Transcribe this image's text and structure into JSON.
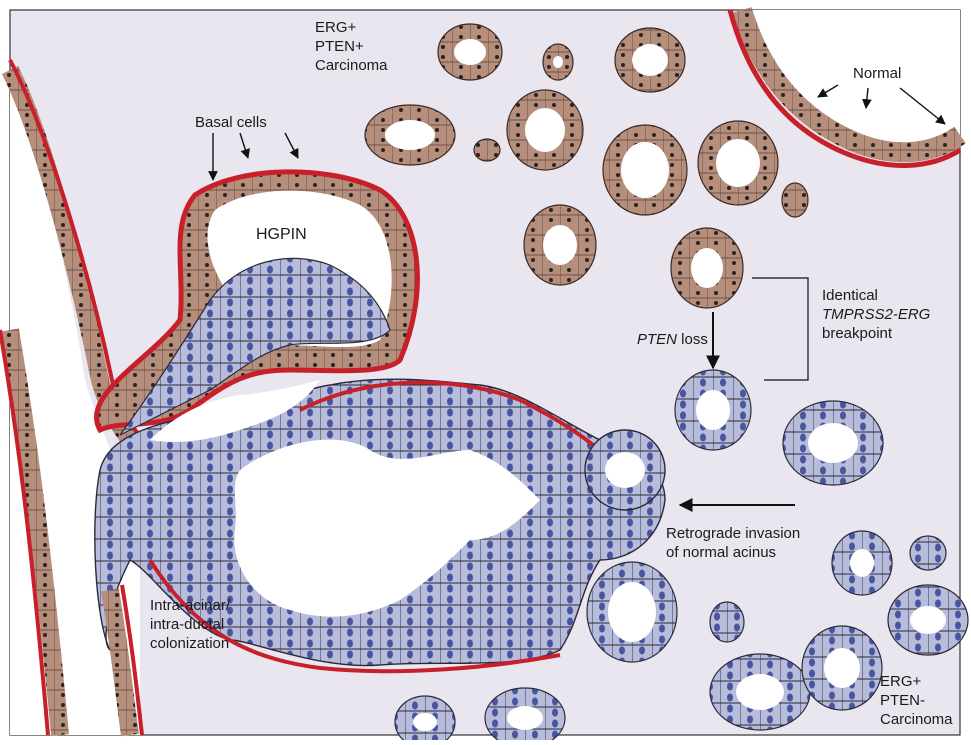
{
  "labels": {
    "erg_pten_pos": [
      "ERG+",
      "PTEN+",
      "Carcinoma"
    ],
    "normal": "Normal",
    "basal_cells": "Basal cells",
    "hgpin": "HGPIN",
    "identical_line1": "Identical",
    "identical_line2": "TMPRSS2-ERG",
    "identical_line3": "breakpoint",
    "pten_loss_gene": "PTEN",
    "pten_loss_word": " loss",
    "retrograde": [
      "Retrograde invasion",
      "of normal acinus"
    ],
    "intra": [
      "Intra-acinar/",
      "intra-ductal",
      "colonization"
    ],
    "erg_pten_neg": [
      "ERG+",
      "PTEN-",
      "Carcinoma"
    ]
  },
  "colors": {
    "stroma": "#e9e6ef",
    "lumen": "#ffffff",
    "basal_layer": "#c8202a",
    "normal_cell": "#b58e7c",
    "normal_nucleus": "#2b2323",
    "tumor_cell": "#b6bcd9",
    "tumor_nucleus": "#4a55a0",
    "outline": "#2a2a2a"
  }
}
